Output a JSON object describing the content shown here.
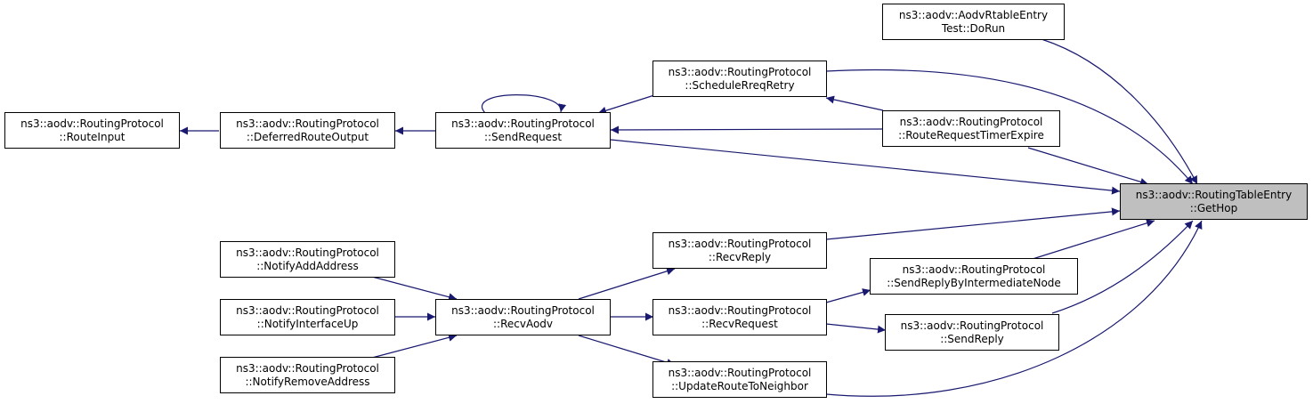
{
  "colors": {
    "edge": "#191970",
    "focus_fill": "#bfbfbf",
    "node_border": "#000000"
  },
  "nodes": {
    "route_input": {
      "line1": "ns3::aodv::RoutingProtocol",
      "line2": "::RouteInput"
    },
    "deferred": {
      "line1": "ns3::aodv::RoutingProtocol",
      "line2": "::DeferredRouteOutput"
    },
    "send_request": {
      "line1": "ns3::aodv::RoutingProtocol",
      "line2": "::SendRequest"
    },
    "schedule": {
      "line1": "ns3::aodv::RoutingProtocol",
      "line2": "::ScheduleRreqRetry"
    },
    "dorun": {
      "line1": "ns3::aodv::AodvRtableEntry",
      "line2": "Test::DoRun"
    },
    "timer_expire": {
      "line1": "ns3::aodv::RoutingProtocol",
      "line2": "::RouteRequestTimerExpire"
    },
    "gethop": {
      "line1": "ns3::aodv::RoutingTableEntry",
      "line2": "::GetHop"
    },
    "recv_reply": {
      "line1": "ns3::aodv::RoutingProtocol",
      "line2": "::RecvReply"
    },
    "notify_add": {
      "line1": "ns3::aodv::RoutingProtocol",
      "line2": "::NotifyAddAddress"
    },
    "send_reply_inter": {
      "line1": "ns3::aodv::RoutingProtocol",
      "line2": "::SendReplyByIntermediateNode"
    },
    "notify_up": {
      "line1": "ns3::aodv::RoutingProtocol",
      "line2": "::NotifyInterfaceUp"
    },
    "recv_aodv": {
      "line1": "ns3::aodv::RoutingProtocol",
      "line2": "::RecvAodv"
    },
    "recv_request": {
      "line1": "ns3::aodv::RoutingProtocol",
      "line2": "::RecvRequest"
    },
    "send_reply": {
      "line1": "ns3::aodv::RoutingProtocol",
      "line2": "::SendReply"
    },
    "notify_remove": {
      "line1": "ns3::aodv::RoutingProtocol",
      "line2": "::NotifyRemoveAddress"
    },
    "update_neighbor": {
      "line1": "ns3::aodv::RoutingProtocol",
      "line2": "::UpdateRouteToNeighbor"
    }
  }
}
